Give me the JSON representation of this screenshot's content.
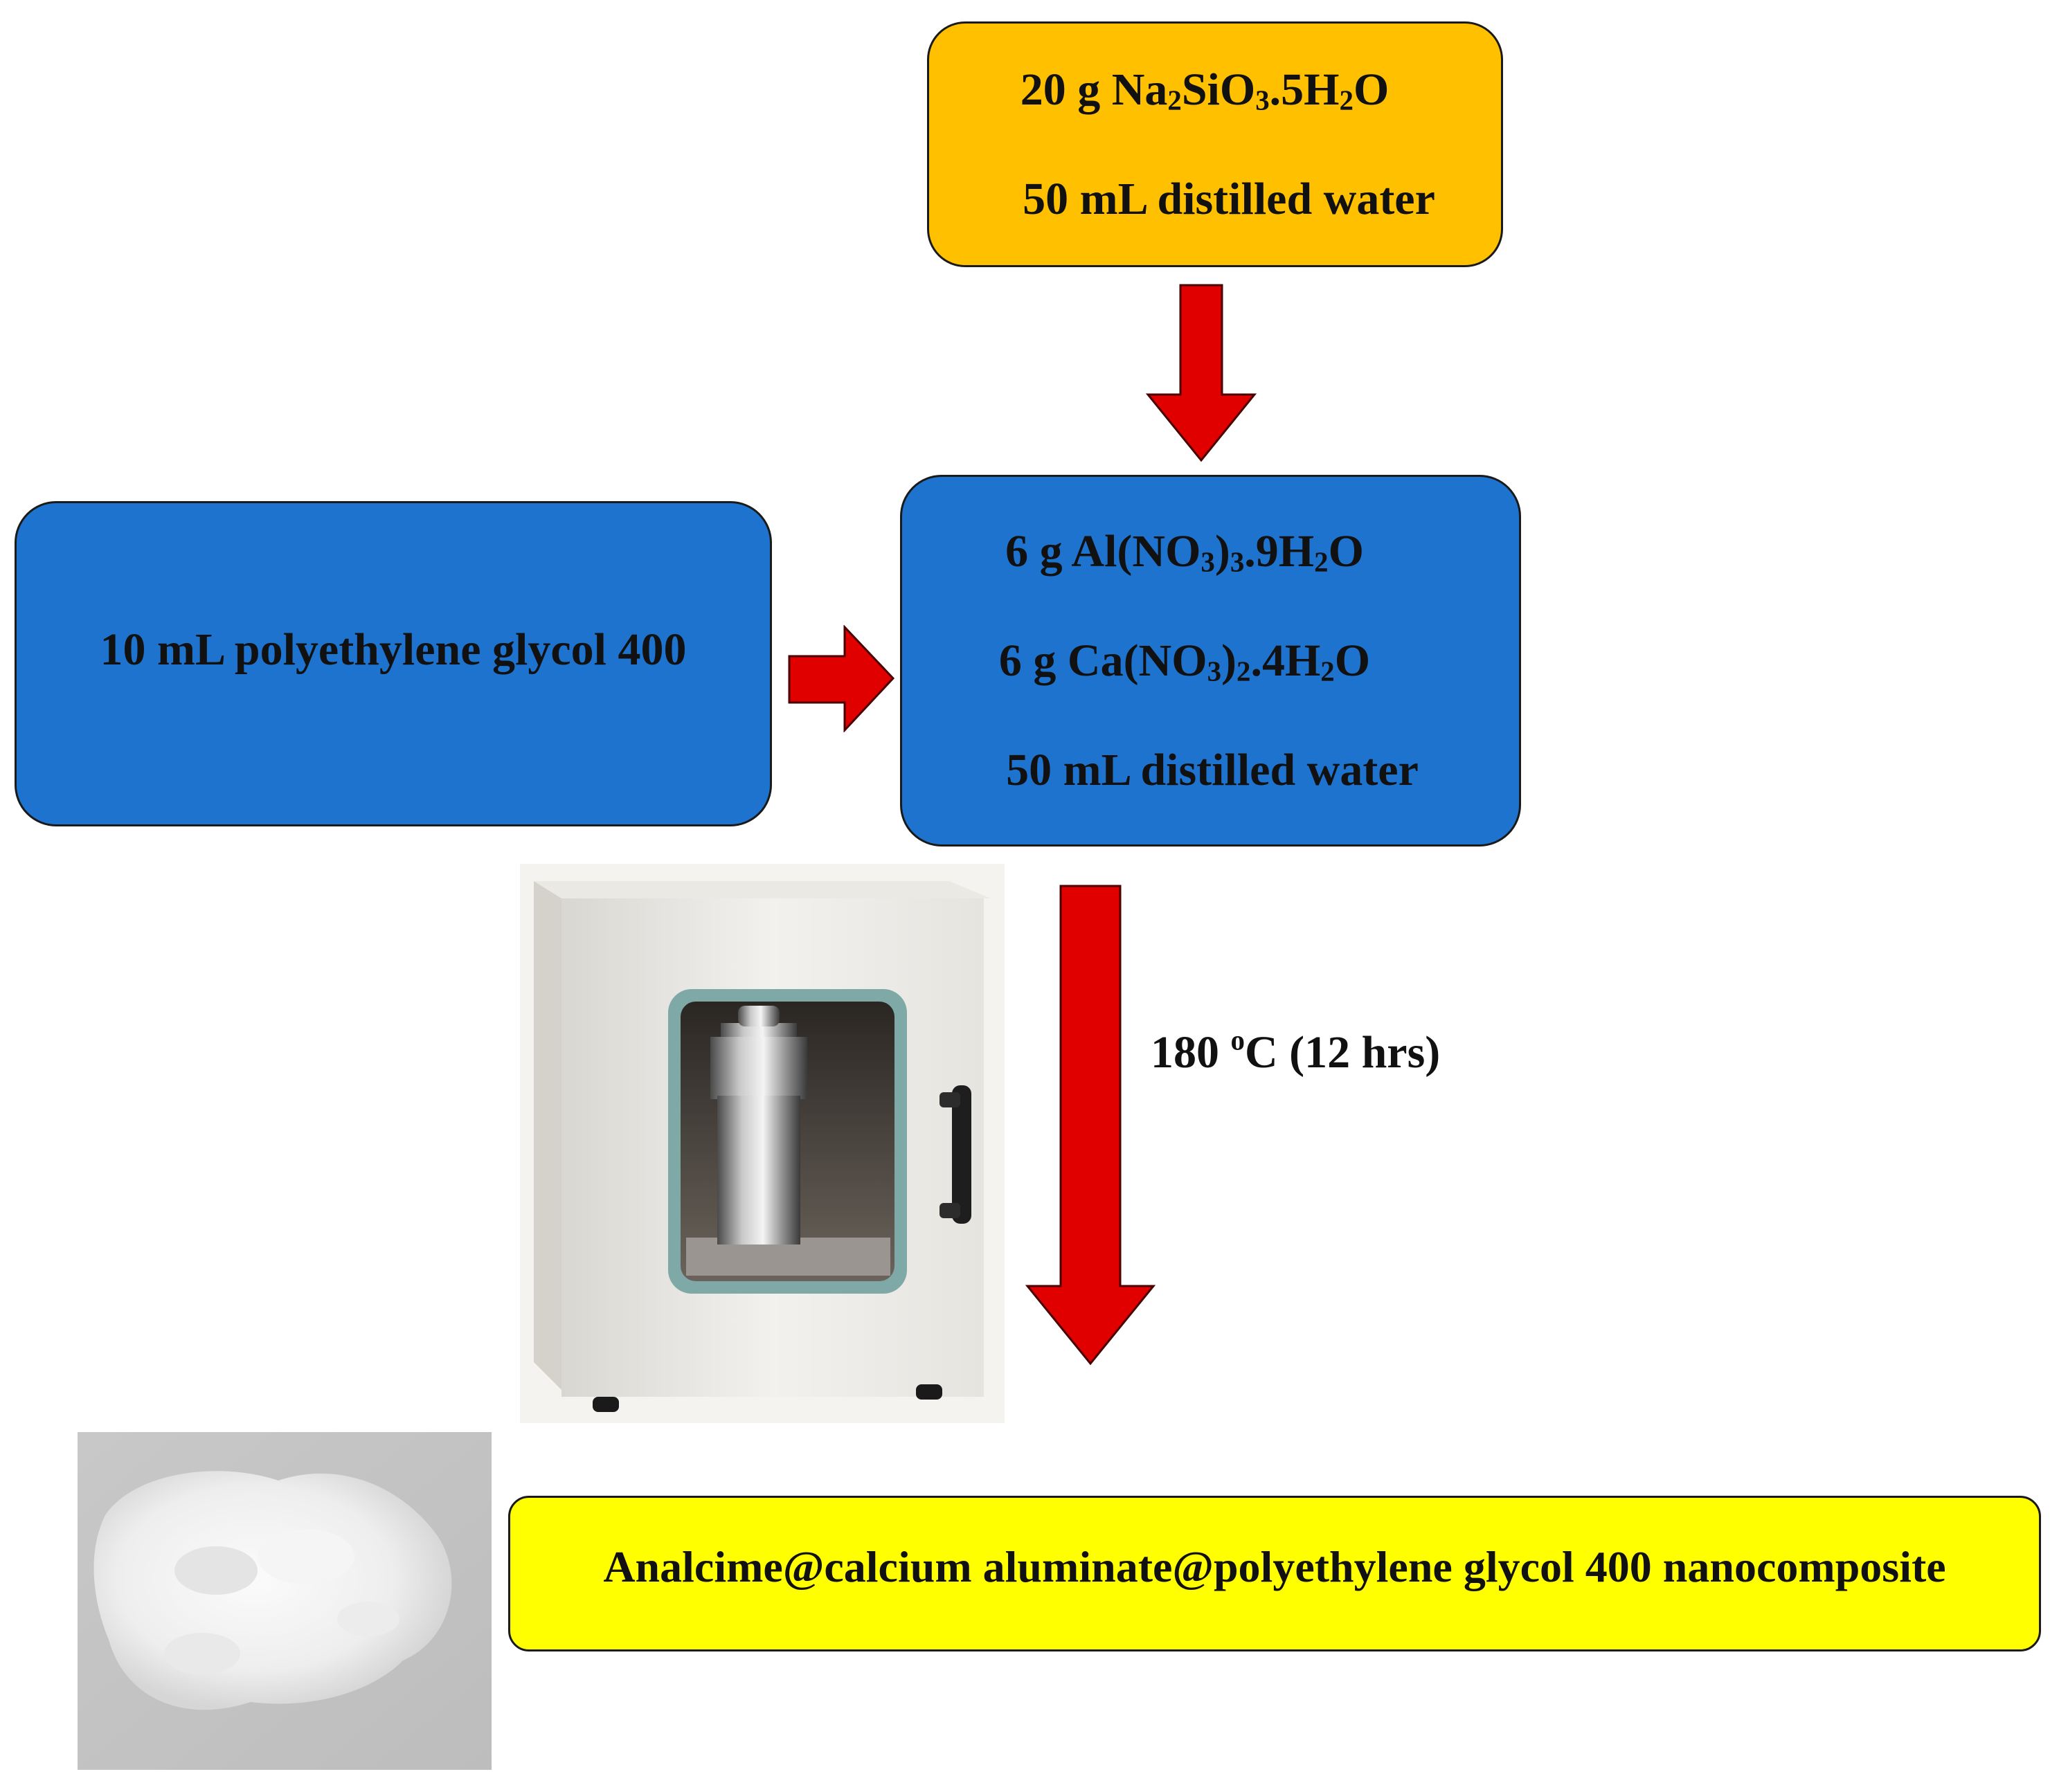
{
  "steps": {
    "sodium_silicate_solution": {
      "line1_prefix": "20 g Na",
      "line1_sub1": "2",
      "line1_mid": "SiO",
      "line1_sub2": "3",
      "line1_mid2": ".5H",
      "line1_sub3": "2",
      "line1_suffix": "O",
      "line2": "50 mL distilled water"
    },
    "peg_solution": {
      "line1": "10 mL polyethylene glycol 400"
    },
    "metal_nitrate_solution": {
      "al_a": "6 g Al(NO",
      "al_s1": "3",
      "al_b": ")",
      "al_s2": "3",
      "al_c": ".9H",
      "al_s3": "2",
      "al_d": "O",
      "ca_a": "6 g Ca(NO",
      "ca_s1": "3",
      "ca_b": ")",
      "ca_s2": "2",
      "ca_c": ".4H",
      "ca_s3": "2",
      "ca_d": "O",
      "water": "50 mL distilled water"
    },
    "product": {
      "label": "Analcime@calcium aluminate@polyethylene glycol 400 nanocomposite"
    }
  },
  "condition": {
    "temp": "180 ",
    "deg": "o",
    "rest": "C (12 hrs)"
  },
  "colors": {
    "orange_box": "#ffc000",
    "blue_box": "#1e73cf",
    "yellow_box": "#ffff00",
    "arrow_red": "#e00000"
  }
}
